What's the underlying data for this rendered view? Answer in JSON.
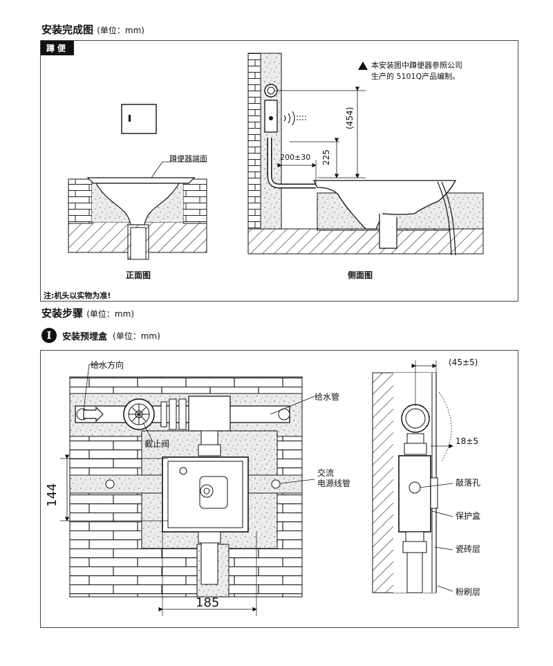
{
  "section1": {
    "title": "安装完成图",
    "unit": "(单位：mm)"
  },
  "panel1": {
    "tag": "蹲便",
    "front": {
      "caption": "正面图",
      "end_face_label": "蹲便器端面"
    },
    "side": {
      "caption": "侧面图",
      "note_line1": "本安装图中蹲便器参照公司",
      "note_line2": "生产的 5101Q产品编制。",
      "dim_454": "(454)",
      "dim_225": "225",
      "dim_200": "200±30"
    },
    "footnote": "注:机头以实物为准!"
  },
  "section2": {
    "title": "安装步骤",
    "unit": "(单位：mm)"
  },
  "step1": {
    "numeral": "I",
    "title": "安装预埋盒",
    "unit": "(单位：mm)"
  },
  "panel2": {
    "main": {
      "water_flow": "给水方向",
      "supply_pipe": "给水管",
      "stop_valve": "截止阀",
      "ac_line1": "交流",
      "ac_line2": "电源线管",
      "dim_144": "144",
      "dim_185": "185"
    },
    "side": {
      "dim_45": "(45±5)",
      "dim_18": "18±5",
      "knockout": "敲落孔",
      "protect_box": "保护盒",
      "tile_layer": "瓷砖层",
      "plaster_layer": "粉刷层"
    }
  },
  "colors": {
    "line": "#111111",
    "hatch": "#333333",
    "brick_fill": "#ffffff",
    "concrete": "#e6e6e6"
  }
}
